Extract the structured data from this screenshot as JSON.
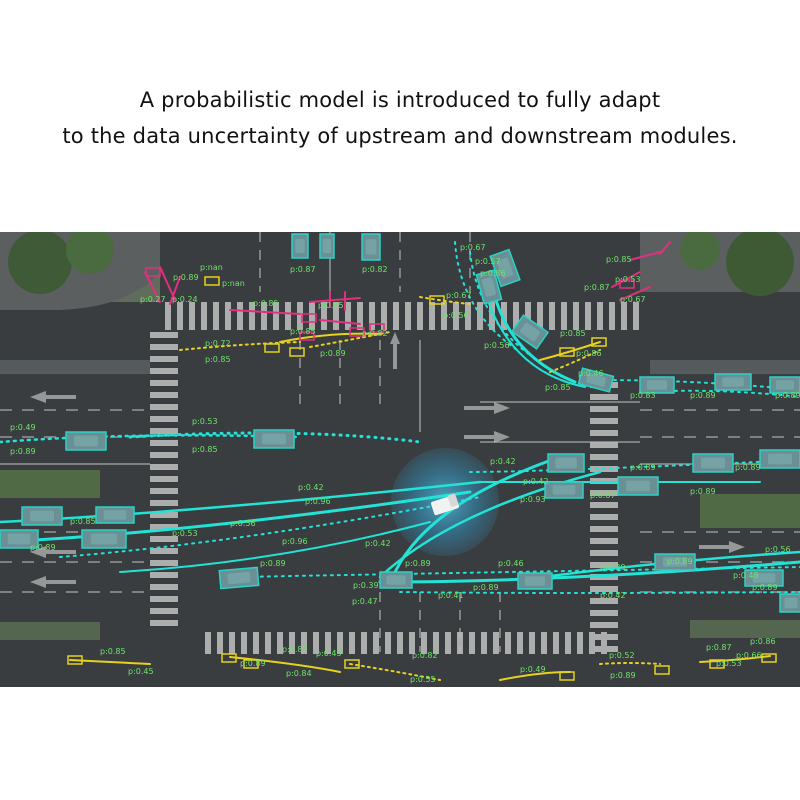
{
  "caption": {
    "line1": "A probabilistic model is introduced to fully adapt",
    "line2": "to the data uncertainty of upstream and downstream modules."
  },
  "colors": {
    "trajectory": "#22e3d6",
    "vehicle_box": "#27d3c6",
    "pedestrian": "#e0307f",
    "cyclist": "#e6d21e",
    "label": "#6fe36a",
    "road": "#3a3d40",
    "ego_halo": "#33a7d6"
  },
  "labels": [
    "p:0.89",
    "p:0.24",
    "p:0.27",
    "p:nan",
    "p:0.85",
    "p:0.72",
    "p:0.87",
    "p:0.82",
    "p:0.53",
    "p:0.49",
    "p:0.42",
    "p:0.96",
    "p:0.56",
    "p:0.46",
    "p:0.41",
    "p:0.93",
    "p:0.39",
    "p:0.67",
    "p:0.45",
    "p:0.84",
    "p:0.55",
    "p:0.52",
    "p:0.86",
    "p:0.48",
    "p:0.66"
  ]
}
